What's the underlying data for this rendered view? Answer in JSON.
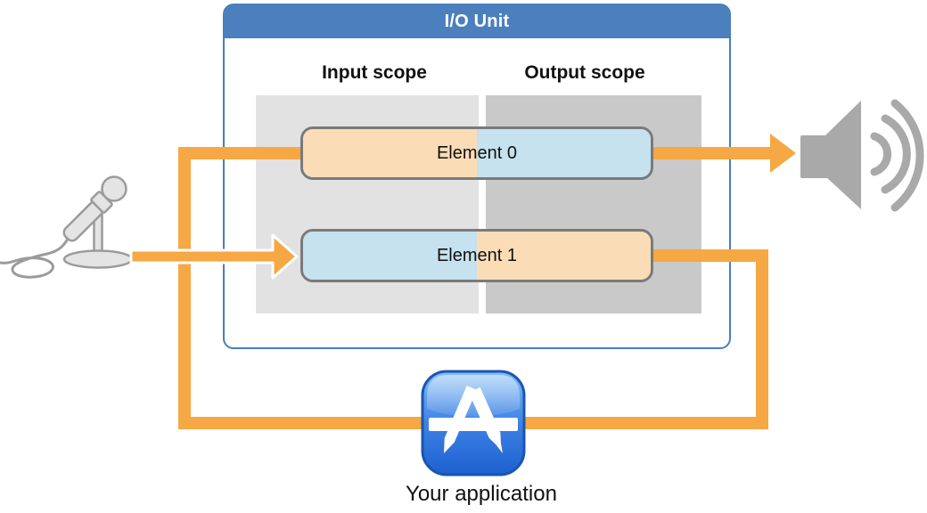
{
  "unit": {
    "title": "I/O Unit",
    "scopes": [
      {
        "label": "Input scope"
      },
      {
        "label": "Output scope"
      }
    ],
    "elements": [
      {
        "label": "Element 0"
      },
      {
        "label": "Element 1"
      }
    ]
  },
  "application": {
    "label": "Your application"
  },
  "icons": {
    "input_hardware": "microphone-icon",
    "output_hardware": "speaker-icon",
    "application": "app-store-icon",
    "flow": "orange-arrow"
  },
  "colors": {
    "accent_orange": "#F5A843",
    "header_blue": "#4C7FBE",
    "box_border_blue": "#4A7EBC",
    "input_scope_fill": "#E2E2E2",
    "output_scope_fill": "#C9C9C9",
    "element_input_fill": "#FADCB7",
    "element_output_fill": "#C5E2EE",
    "element_border": "#7A7A7A",
    "hardware_gray": "#A9A9A9"
  }
}
